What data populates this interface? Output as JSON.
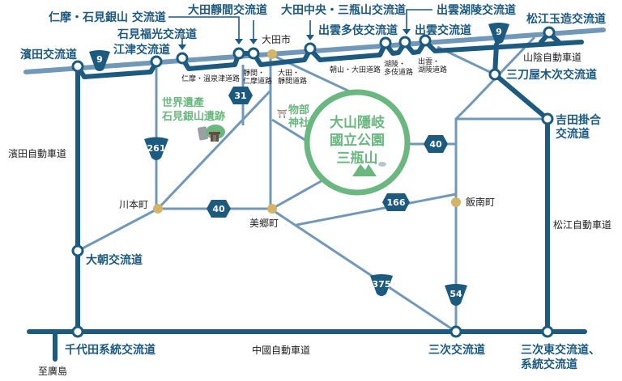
{
  "colors": {
    "expressway": "#1c5a80",
    "road": "#7198b8",
    "park": "#6ab77f",
    "town": "#d4b46a"
  },
  "interchanges": {
    "hamada": "濱田交流道",
    "nima_iwami_ginzan": "仁摩・石見銀山 交流道",
    "iwami_fukumitsu": "石見福光交流道",
    "gotsu": "江津交流道",
    "oda_shizuma": "大田靜間交流道",
    "oda_chuo_sanbesan": "大田中央・三瓶山交流道",
    "izumo_taki": "出雲多伎交流道",
    "izumo_koryo": "出雲湖陵交流道",
    "izumo": "出雲交流道",
    "matsue_tamatsukuri": "松江玉造交流道",
    "mitoya_kisuki": "三刀屋木次交流道",
    "yoshida_kakeya_1": "吉田掛合",
    "yoshida_kakeya_2": "交流道",
    "asahi": "大朝交流道",
    "chiyoda": "千代田系統交流道",
    "miyoshi": "三次交流道",
    "miyoshi_higashi_1": "三次東交流道、",
    "miyoshi_higashi_2": "系統交流道"
  },
  "roads": {
    "nima_yunotsu": "仁摩・溫泉津道路",
    "shizuma_nima_1": "靜間・",
    "shizuma_nima_2": "仁摩道路",
    "oda_shizuma_1": "大田・",
    "oda_shizuma_2": "靜間道路",
    "asayama_oda": "朝山・大田道路",
    "koryo_taki_1": "湖陵・",
    "koryo_taki_2": "多伎道路",
    "izumo_koryo_1": "出雲・",
    "izumo_koryo_2": "湖陵道路",
    "sanin_expressway": "山陰自動車道",
    "hamada_expressway": "濱田自動車道",
    "matsue_expressway": "松江自動車道",
    "chugoku_expressway": "中國自動車道",
    "to_hiroshima": "至廣島"
  },
  "towns": {
    "oda_city": "大田市",
    "kawamoto": "川本町",
    "misato": "美郷町",
    "iinan": "飯南町"
  },
  "route_numbers": {
    "r9a": "9",
    "r9b": "9",
    "r31": "31",
    "r261": "261",
    "r40a": "40",
    "r40b": "40",
    "r166": "166",
    "r375": "375",
    "r54": "54"
  },
  "landmarks": {
    "world_heritage_1": "世界遺產",
    "world_heritage_2": "石見銀山遺跡",
    "mononobe_1": "物部",
    "mononobe_2": "神社",
    "shrine_symbol": "⛩"
  },
  "park": {
    "line1": "大山隱岐",
    "line2": "國立公園",
    "line3": "三瓶山"
  }
}
